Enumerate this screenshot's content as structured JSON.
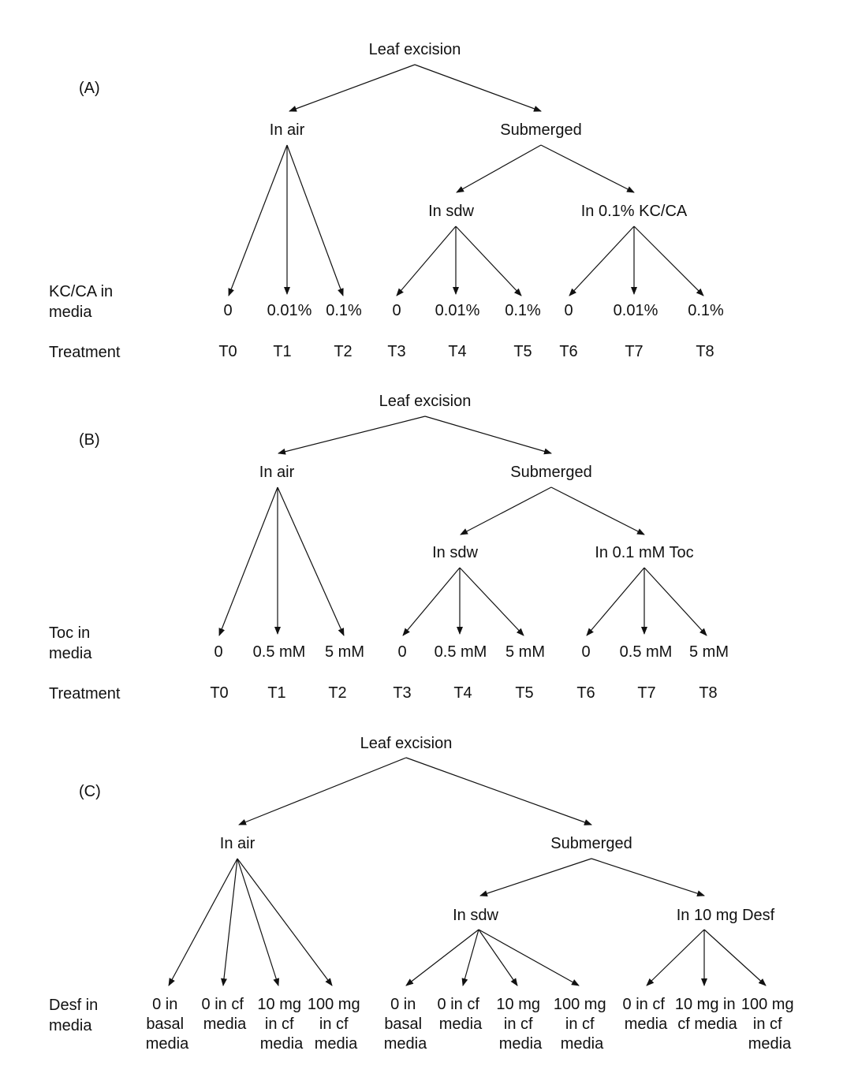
{
  "panelA": {
    "label": "(A)",
    "root": "Leaf excision",
    "in_air": "In air",
    "submerged": "Submerged",
    "in_sdw": "In sdw",
    "in_solution": "In 0.1% KC/CA",
    "row_label_line1": "KC/CA in",
    "row_label_line2": "media",
    "treatment_label": "Treatment",
    "conc": [
      "0",
      "0.01%",
      "0.1%",
      "0",
      "0.01%",
      "0.1%",
      "0",
      "0.01%",
      "0.1%"
    ],
    "treatments": [
      "T0",
      "T1",
      "T2",
      "T3",
      "T4",
      "T5",
      "T6",
      "T7",
      "T8"
    ]
  },
  "panelB": {
    "label": "(B)",
    "root": "Leaf excision",
    "in_air": "In air",
    "submerged": "Submerged",
    "in_sdw": "In sdw",
    "in_solution": "In 0.1 mM Toc",
    "row_label_line1": "Toc in",
    "row_label_line2": "media",
    "treatment_label": "Treatment",
    "conc": [
      "0",
      "0.5 mM",
      "5 mM",
      "0",
      "0.5 mM",
      "5 mM",
      "0",
      "0.5 mM",
      "5 mM"
    ],
    "treatments": [
      "T0",
      "T1",
      "T2",
      "T3",
      "T4",
      "T5",
      "T6",
      "T7",
      "T8"
    ]
  },
  "panelC": {
    "label": "(C)",
    "root": "Leaf excision",
    "in_air": "In air",
    "submerged": "Submerged",
    "in_sdw": "In sdw",
    "in_solution": "In 10 mg Desf",
    "row_label_line1": "Desf in",
    "row_label_line2": "media",
    "leaves": [
      [
        "0  in",
        "basal",
        "media"
      ],
      [
        "0 in cf",
        "media"
      ],
      [
        "10 mg",
        "in cf",
        "media"
      ],
      [
        "100 mg",
        "in cf",
        "media"
      ],
      [
        "0 in",
        "basal",
        "media"
      ],
      [
        "0 in cf",
        "media"
      ],
      [
        "10 mg",
        "in cf",
        "media"
      ],
      [
        "100 mg",
        "in cf",
        "media"
      ],
      [
        "0 in cf",
        "media"
      ],
      [
        "10 mg in",
        "cf media"
      ],
      [
        "100 mg",
        "in cf",
        "media"
      ]
    ]
  }
}
